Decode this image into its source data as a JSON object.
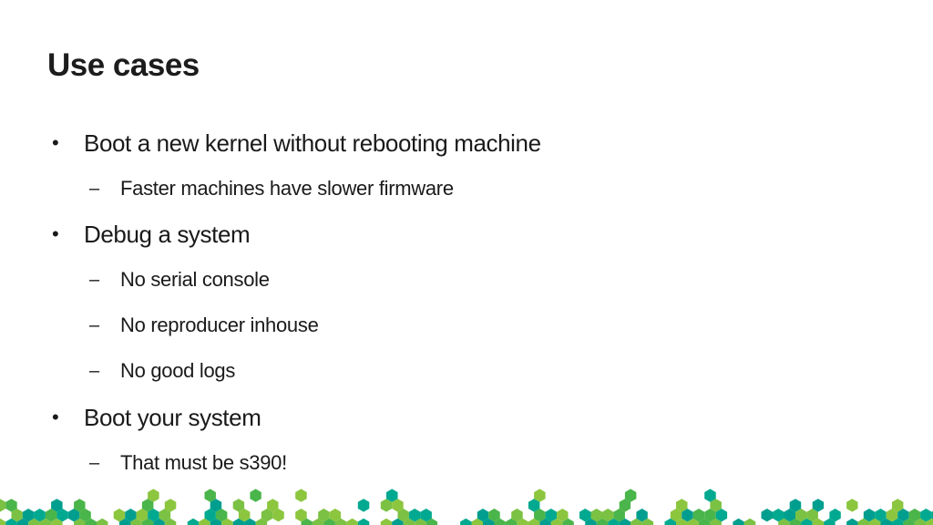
{
  "slide": {
    "title": "Use cases",
    "bullet_marker": "•",
    "sub_marker": "–",
    "items": [
      {
        "level": 1,
        "text": "Boot a new kernel without rebooting machine"
      },
      {
        "level": 2,
        "text": "Faster machines have slower firmware"
      },
      {
        "level": 1,
        "text": "Debug a system"
      },
      {
        "level": 2,
        "text": "No serial console"
      },
      {
        "level": 2,
        "text": "No reproducer inhouse"
      },
      {
        "level": 2,
        "text": "No good logs"
      },
      {
        "level": 1,
        "text": "Boot your system"
      },
      {
        "level": 2,
        "text": "That must be s390!"
      }
    ]
  },
  "decoration": {
    "colors": [
      "#00a98f",
      "#7bc143",
      "#4ab54a",
      "#009e8e",
      "#8cc63f"
    ]
  }
}
